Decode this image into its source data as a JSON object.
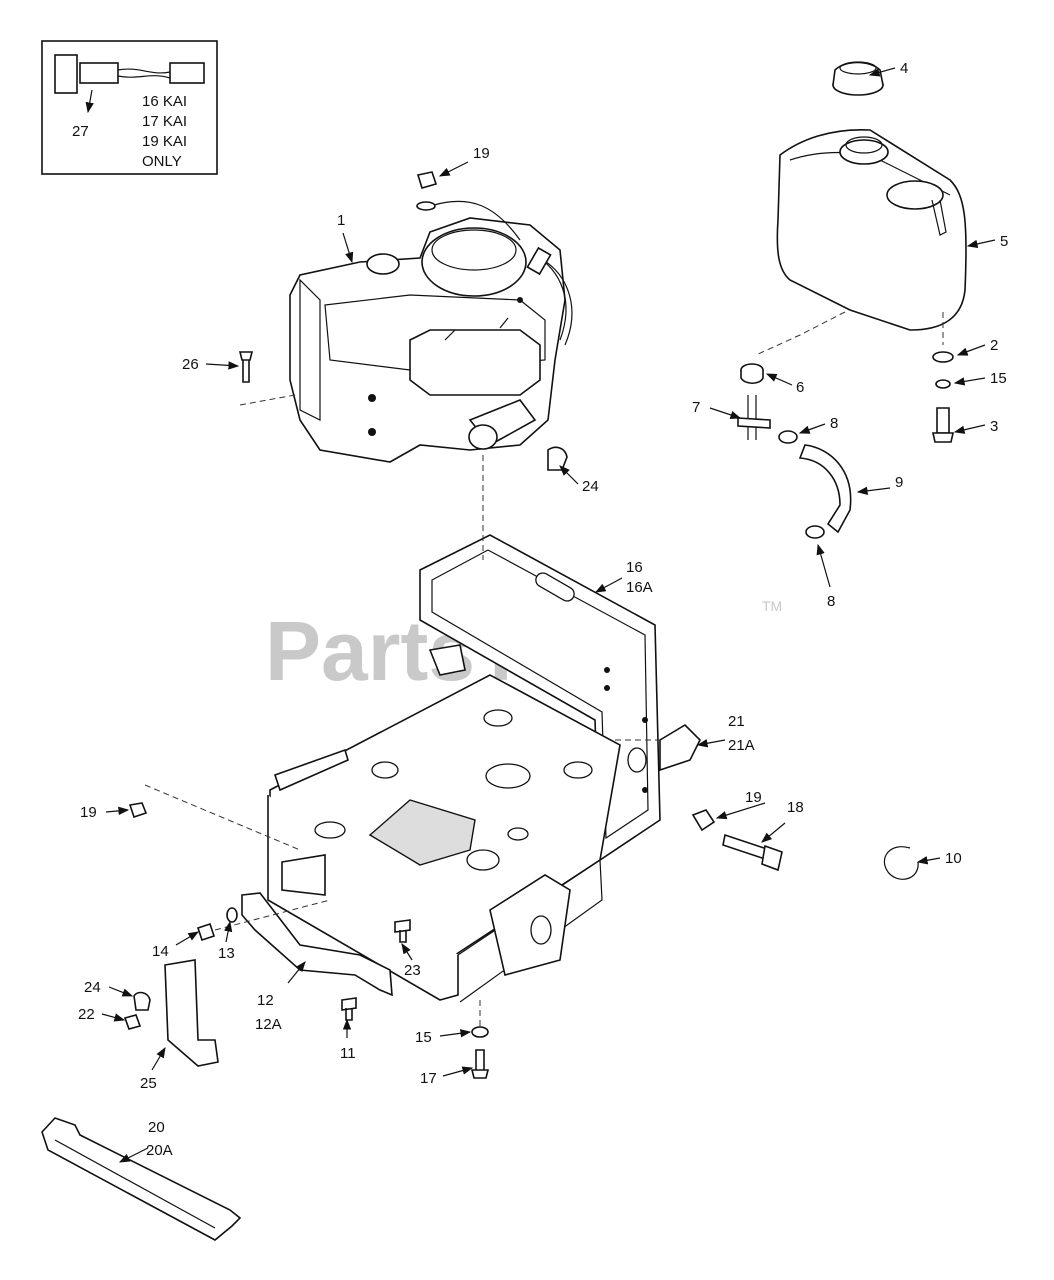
{
  "watermark": {
    "text": "PartsTree",
    "trademark": "TM"
  },
  "inset": {
    "part_number": "27",
    "notes": [
      "16 KAI",
      "17 KAI",
      "19 KAI",
      "ONLY"
    ]
  },
  "callouts": {
    "c1": "1",
    "c2": "2",
    "c3": "3",
    "c4": "4",
    "c5": "5",
    "c6": "6",
    "c7": "7",
    "c8a": "8",
    "c8b": "8",
    "c9": "9",
    "c10": "10",
    "c11": "11",
    "c12": "12",
    "c12a": "12A",
    "c13": "13",
    "c14": "14",
    "c15a": "15",
    "c15b": "15",
    "c16": "16",
    "c16a": "16A",
    "c17": "17",
    "c18": "18",
    "c19a": "19",
    "c19b": "19",
    "c19c": "19",
    "c20": "20",
    "c20a": "20A",
    "c21": "21",
    "c21a": "21A",
    "c22": "22",
    "c23": "23",
    "c24a": "24",
    "c24b": "24",
    "c25": "25",
    "c26": "26"
  }
}
